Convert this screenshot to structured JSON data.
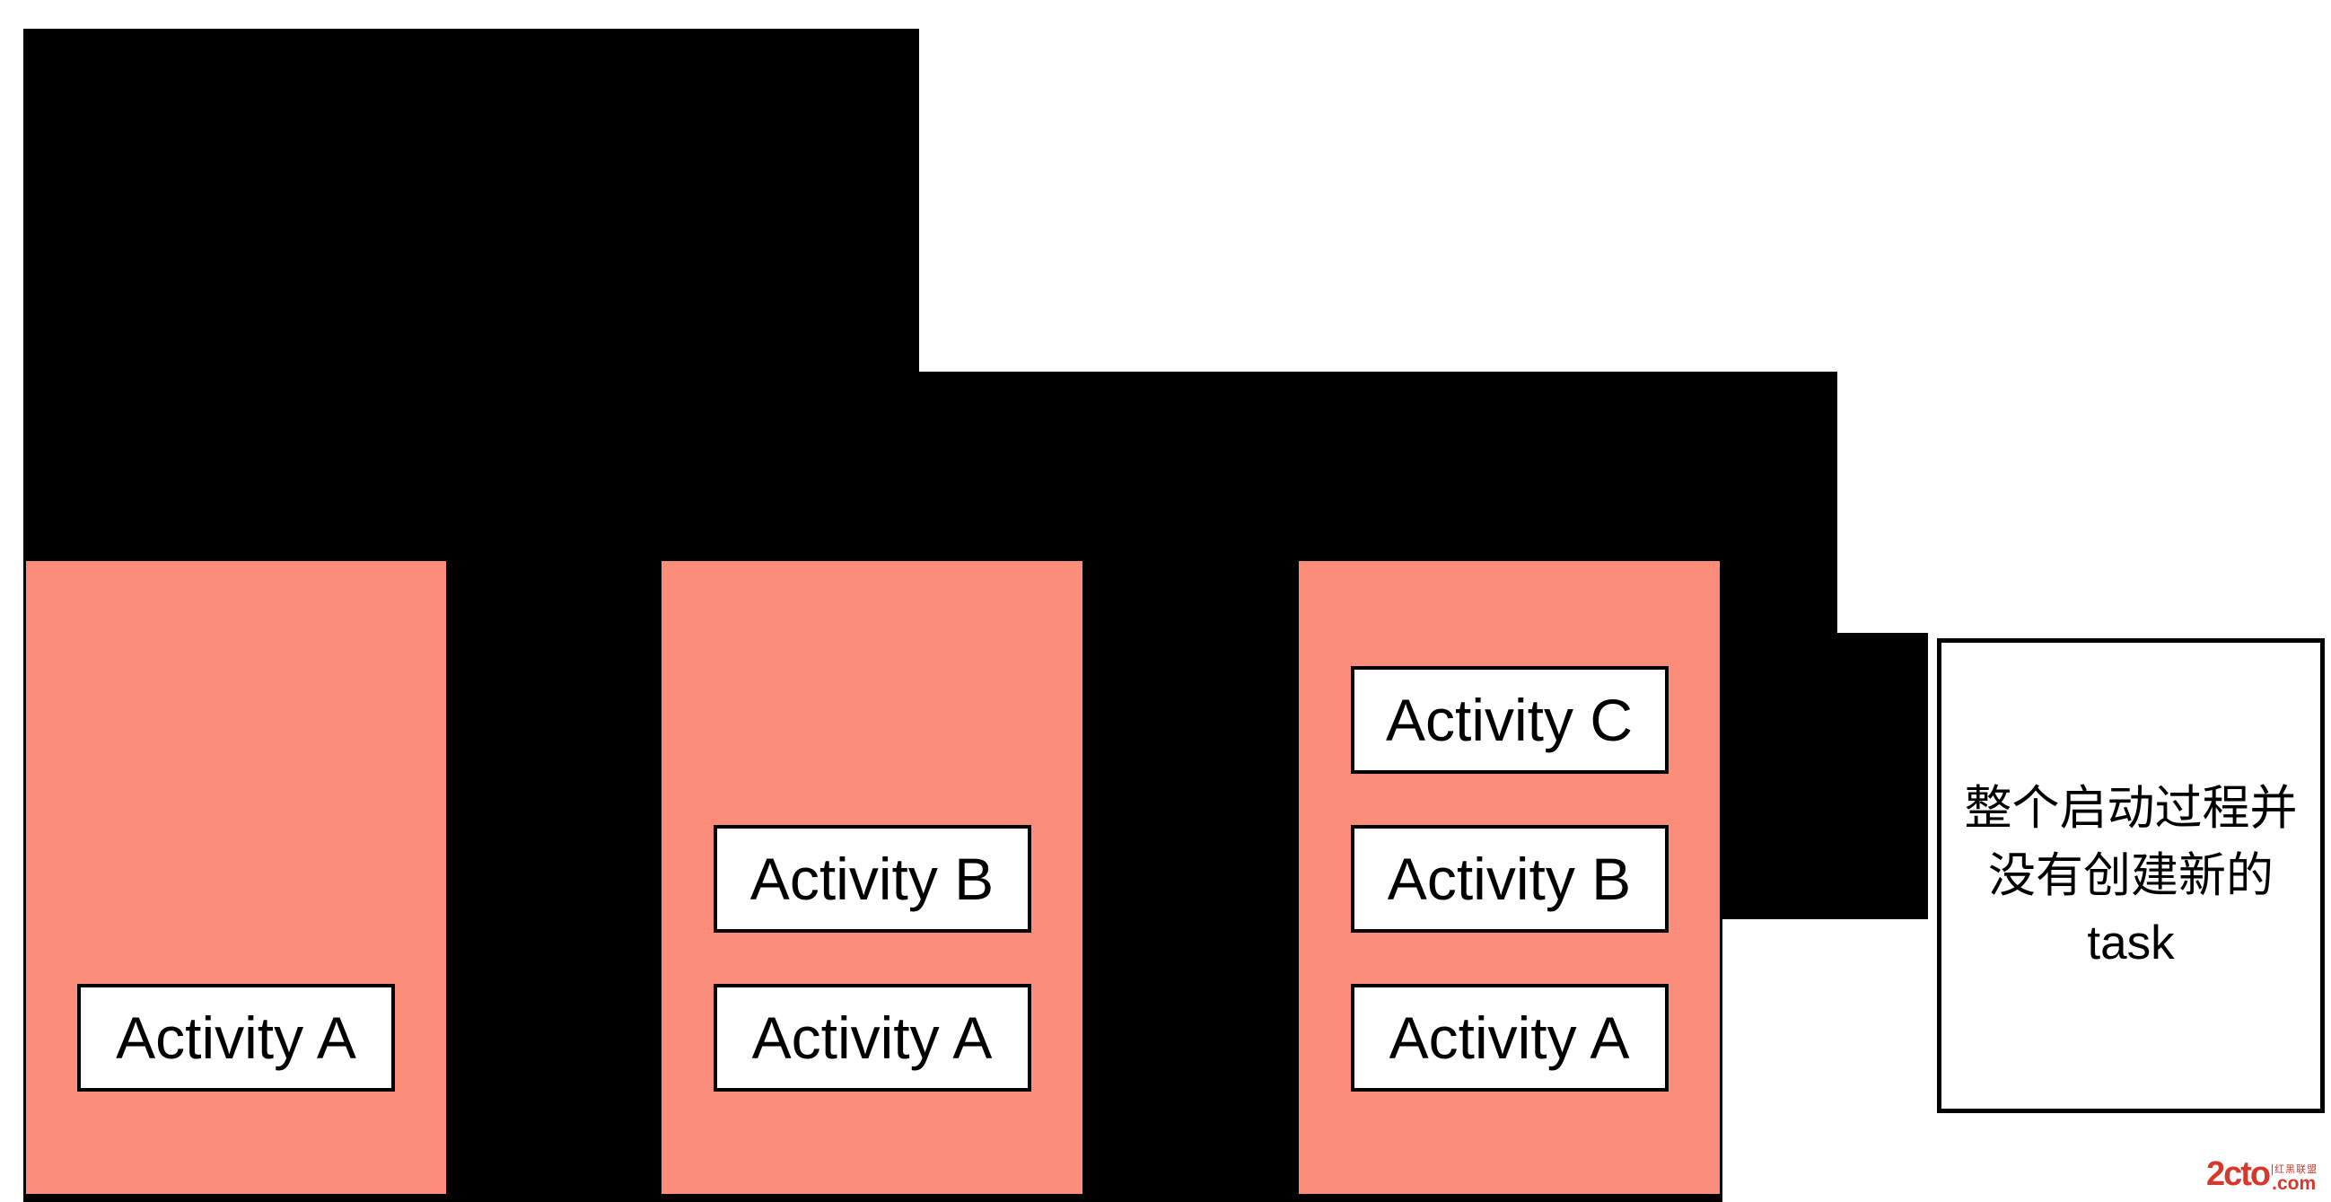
{
  "colors": {
    "stack_background": "#000000",
    "task_fill": "#FB8D79",
    "activity_box_fill": "#FFFFFF",
    "activity_box_border": "#000000",
    "annotation_border": "#000000",
    "watermark_red": "#D6392C"
  },
  "stacks": [
    {
      "activities": [
        {
          "label": "Activity A"
        }
      ]
    },
    {
      "activities": [
        {
          "label": "Activity B"
        },
        {
          "label": "Activity A"
        }
      ]
    },
    {
      "activities": [
        {
          "label": "Activity C"
        },
        {
          "label": "Activity B"
        },
        {
          "label": "Activity A"
        }
      ]
    }
  ],
  "note": {
    "lines": [
      "整个启动过程并",
      "没有创建新的",
      "task"
    ]
  },
  "watermark": {
    "logo": "2cto",
    "domain": ".com",
    "tagline": "红黑联盟"
  }
}
